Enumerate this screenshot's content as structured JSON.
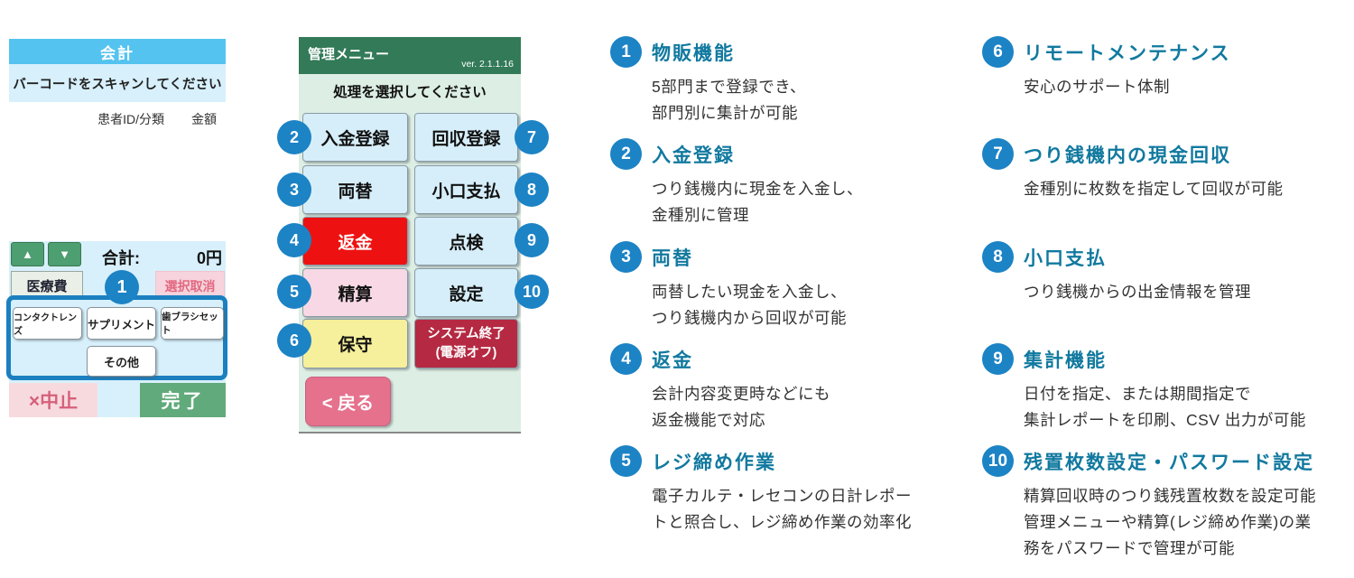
{
  "colors": {
    "annotation_badge_blue": "#1c83c5",
    "feature_title_teal": "#11799f",
    "kaikei_header_blue": "#55c3ef",
    "kaikei_panel_blue": "#d7f0fb",
    "kanri_header_green": "#337a58",
    "kanri_panel_green": "#ddeee4",
    "button_light_blue": "#d6eef9",
    "refund_red": "#ee1111",
    "settle_pink": "#f7d8e4",
    "maintain_yellow": "#f6ef9b",
    "shutdown_crimson": "#b52942",
    "back_rose": "#e5718d",
    "done_green": "#61aa7b",
    "abort_pink": "#f7dade"
  },
  "kaikei": {
    "title": "会計",
    "subtitle": "バーコードをスキャンしてください",
    "col_patient": "患者ID/分類",
    "col_amount": "金額",
    "up_arrow": "▲",
    "down_arrow": "▼",
    "total_label": "合計:",
    "total_value": "0円",
    "medical_button": "医療費",
    "deselect_button": "選択取消",
    "annotation_badge": "1",
    "products": [
      "コンタクトレンズ",
      "サプリメント",
      "歯ブラシセット",
      "その他"
    ],
    "abort_button": "×中止",
    "done_button": "完了"
  },
  "kanri": {
    "title": "管理メニュー",
    "version": "ver. 2.1.1.16",
    "subtitle": "処理を選択してください",
    "buttons": [
      {
        "label": "入金登録",
        "badge": "2"
      },
      {
        "label": "両替",
        "badge": "3"
      },
      {
        "label": "返金",
        "badge": "4"
      },
      {
        "label": "精算",
        "badge": "5"
      },
      {
        "label": "保守",
        "badge": "6"
      },
      {
        "label": "回収登録",
        "badge": "7"
      },
      {
        "label": "小口支払",
        "badge": "8"
      },
      {
        "label": "点検",
        "badge": "9"
      },
      {
        "label": "設定",
        "badge": "10"
      },
      {
        "label": "システム終了\n(電源オフ)",
        "badge": ""
      }
    ],
    "back_button": "< 戻る"
  },
  "features": [
    {
      "num": "1",
      "title": "物販機能",
      "desc": "5部門まで登録でき、\n部門別に集計が可能"
    },
    {
      "num": "2",
      "title": "入金登録",
      "desc": "つり銭機内に現金を入金し、\n金種別に管理"
    },
    {
      "num": "3",
      "title": "両替",
      "desc": "両替したい現金を入金し、\nつり銭機内から回収が可能"
    },
    {
      "num": "4",
      "title": "返金",
      "desc": "会計内容変更時などにも\n返金機能で対応"
    },
    {
      "num": "5",
      "title": "レジ締め作業",
      "desc": "電子カルテ・レセコンの日計レポー\nトと照合し、レジ締め作業の効率化"
    },
    {
      "num": "6",
      "title": "リモートメンテナンス",
      "desc": "安心のサポート体制"
    },
    {
      "num": "7",
      "title": "つり銭機内の現金回収",
      "desc": "金種別に枚数を指定して回収が可能"
    },
    {
      "num": "8",
      "title": "小口支払",
      "desc": "つり銭機からの出金情報を管理"
    },
    {
      "num": "9",
      "title": "集計機能",
      "desc": "日付を指定、または期間指定で\n集計レポートを印刷、CSV 出力が可能"
    },
    {
      "num": "10",
      "title": "残置枚数設定・パスワード設定",
      "desc": "精算回収時のつり銭残置枚数を設定可能\n管理メニューや精算(レジ締め作業)の業\n務をパスワードで管理が可能"
    }
  ]
}
